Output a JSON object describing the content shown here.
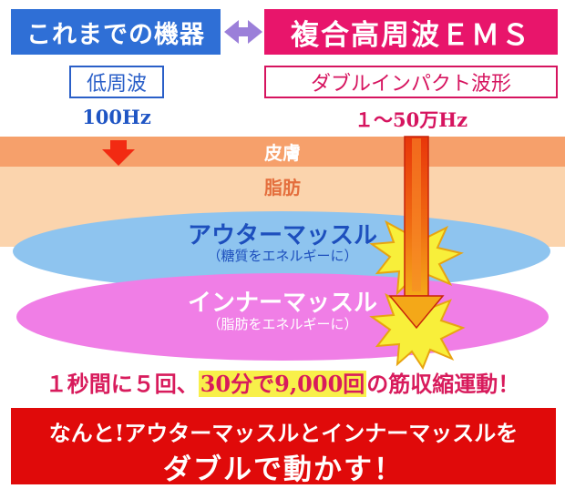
{
  "header": {
    "left_title": "これまでの機器",
    "right_title": "複合高周波ＥＭＳ"
  },
  "left": {
    "wave_label": "低周波",
    "frequency": "100Hz"
  },
  "right": {
    "wave_label": "ダブルインパクト波形",
    "frequency": "１～50万Hz"
  },
  "layers": {
    "skin": "皮膚",
    "fat": "脂肪",
    "outer_muscle": "アウターマッスル",
    "outer_muscle_note": "（糖質をエネルギーに）",
    "inner_muscle": "インナーマッスル",
    "inner_muscle_note": "（脂肪をエネルギーに）"
  },
  "statement": {
    "prefix": "１秒間に５回、",
    "highlight": "30分で9,000回",
    "suffix": "の筋収縮運動！"
  },
  "banner": {
    "line1": "なんと!アウターマッスルとインナーマッスルを",
    "line2": "ダブルで動かす！"
  },
  "colors": {
    "blue": "#2f6fd6",
    "pink": "#e8156b",
    "skin": "#f6a06b",
    "fat": "#fbd4ad",
    "outer_muscle": "#8ec4ef",
    "inner_muscle": "#f07ee6",
    "banner_red": "#e00a0a",
    "highlight_yellow": "#f8f04a"
  }
}
